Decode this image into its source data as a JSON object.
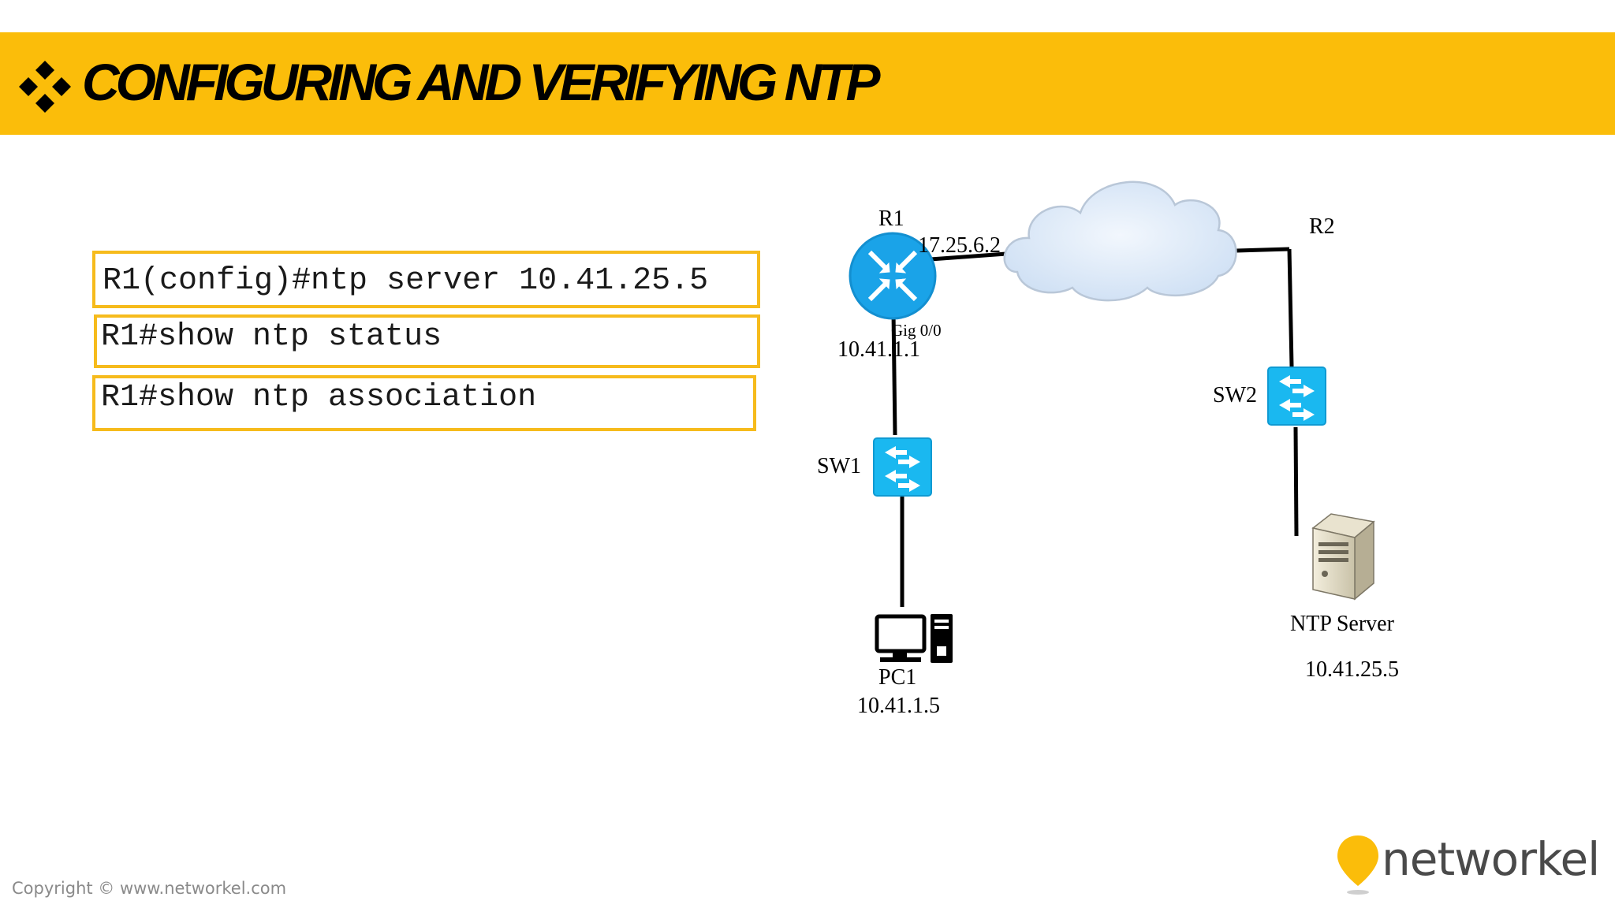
{
  "header": {
    "title": "CONFIGURING AND VERIFYING NTP",
    "bullet_icon": "four-diamonds-icon",
    "banner_color": "#fbbd0a"
  },
  "commands": [
    {
      "text": "R1(config)#ntp server 10.41.25.5"
    },
    {
      "text": "R1#show ntp status"
    },
    {
      "text": "R1#show ntp association"
    }
  ],
  "diagram": {
    "r1": {
      "label": "R1",
      "wan_ip": "17.25.6.2",
      "interface": "Gig 0/0",
      "lan_ip": "10.41.1.1"
    },
    "r2": {
      "label": "R2"
    },
    "sw1": {
      "label": "SW1"
    },
    "sw2": {
      "label": "SW2"
    },
    "pc1": {
      "label": "PC1",
      "ip": "10.41.1.5"
    },
    "ntp_server": {
      "label": "NTP Server",
      "ip": "10.41.25.5"
    },
    "colors": {
      "router": "#1aa3e8",
      "switch": "#1ab8f0",
      "cloud": "#dde9f8"
    }
  },
  "footer": {
    "copyright": "Copyright © www.networkel.com",
    "logo": "networkel"
  }
}
